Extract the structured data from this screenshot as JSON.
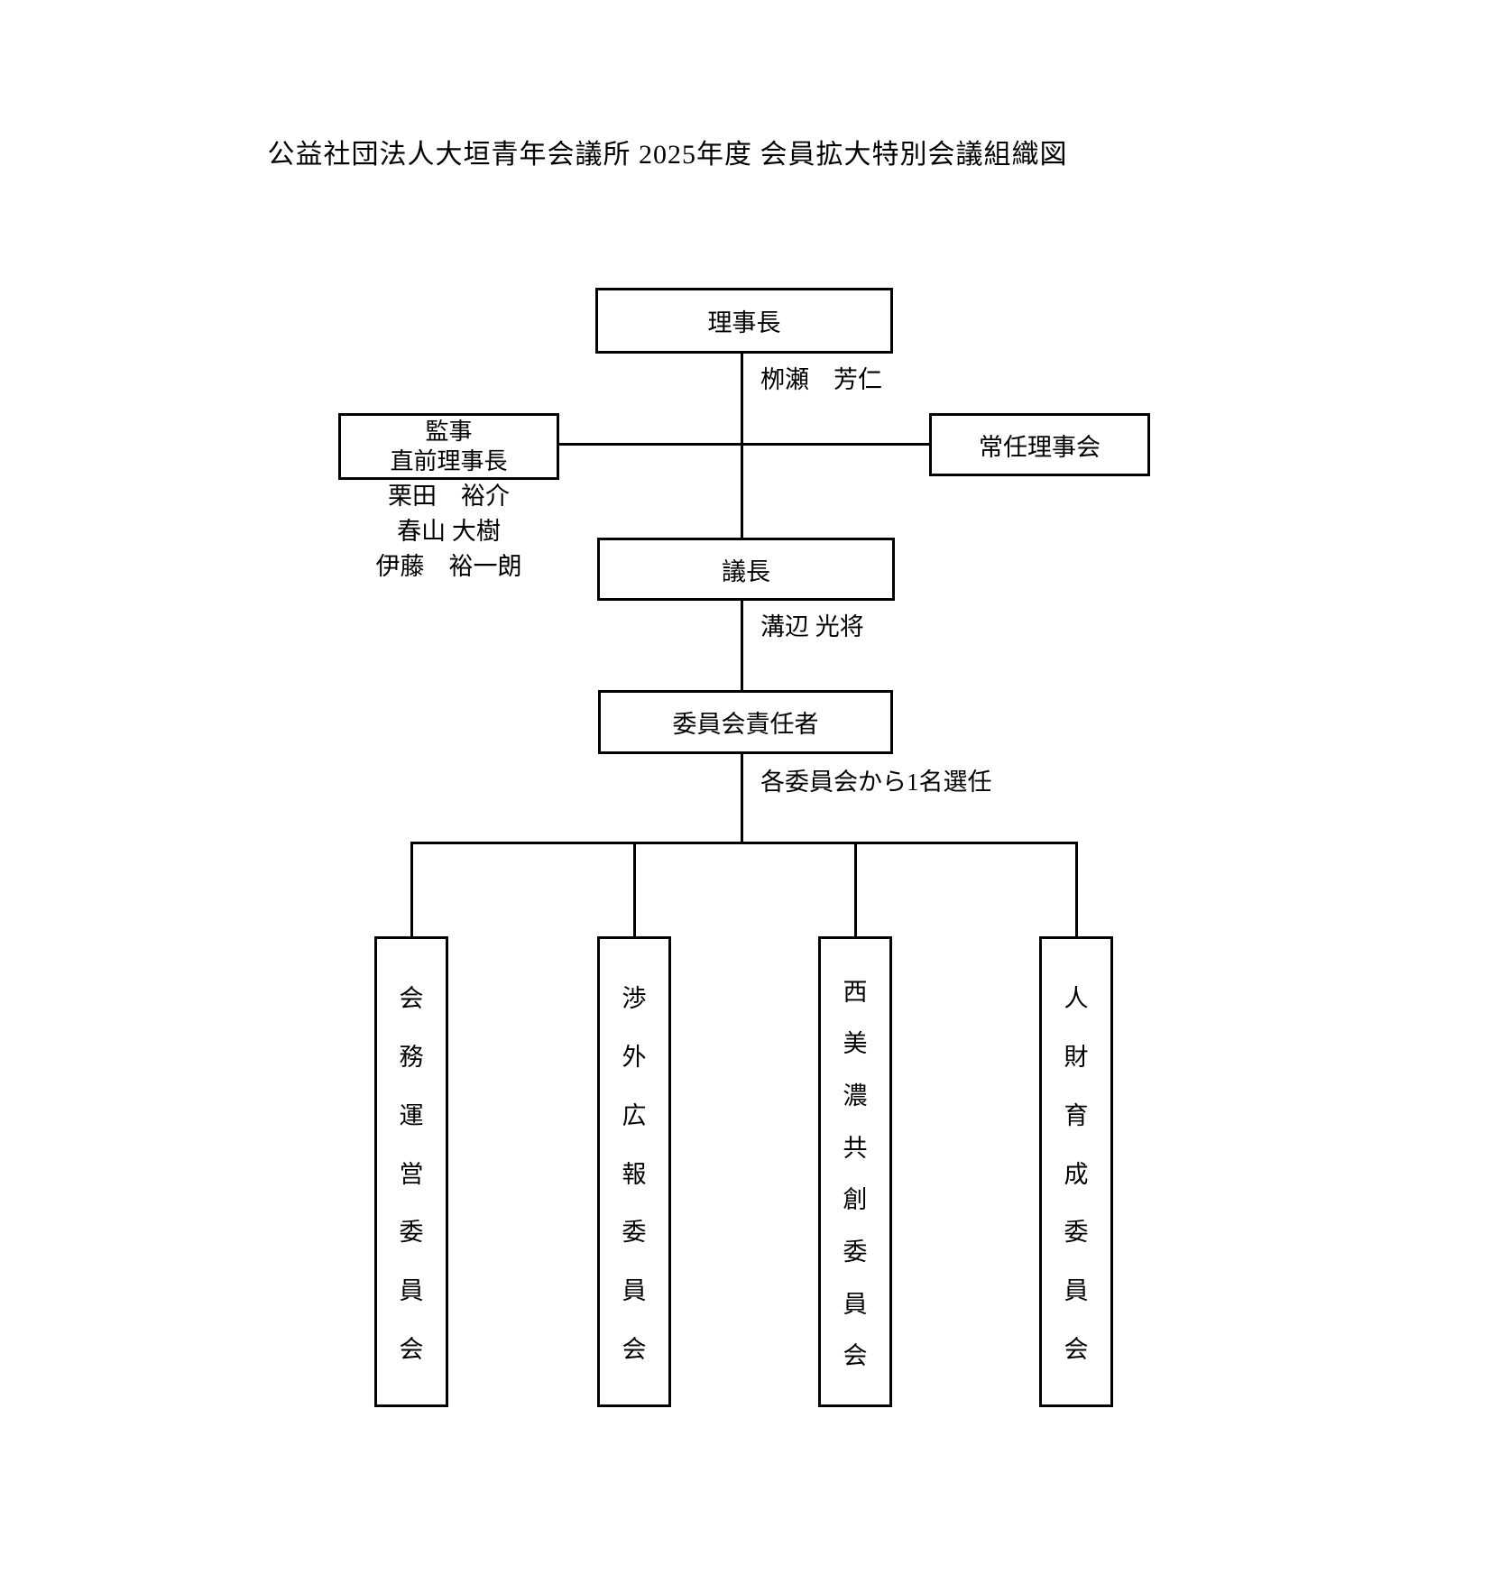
{
  "title": "公益社団法人大垣青年会議所 2025年度 会員拡大特別会議組織図",
  "org": {
    "chairman": {
      "label": "理事長",
      "name": "栁瀬　芳仁"
    },
    "auditor": {
      "line1": "監事",
      "line2": "直前理事長",
      "members": [
        "栗田　裕介",
        "春山 大樹",
        "伊藤　裕一朗"
      ]
    },
    "standing_board": {
      "label": "常任理事会"
    },
    "chair": {
      "label": "議長",
      "name": "溝辺 光将"
    },
    "committee_head": {
      "label": "委員会責任者",
      "note": "各委員会から1名選任"
    },
    "committees": [
      {
        "label": "会務運営委員会"
      },
      {
        "label": "渉外広報委員会"
      },
      {
        "label": "西美濃共創委員会"
      },
      {
        "label": "人財育成委員会"
      }
    ]
  },
  "colors": {
    "background": "#ffffff",
    "line": "#000000",
    "text": "#000000"
  }
}
